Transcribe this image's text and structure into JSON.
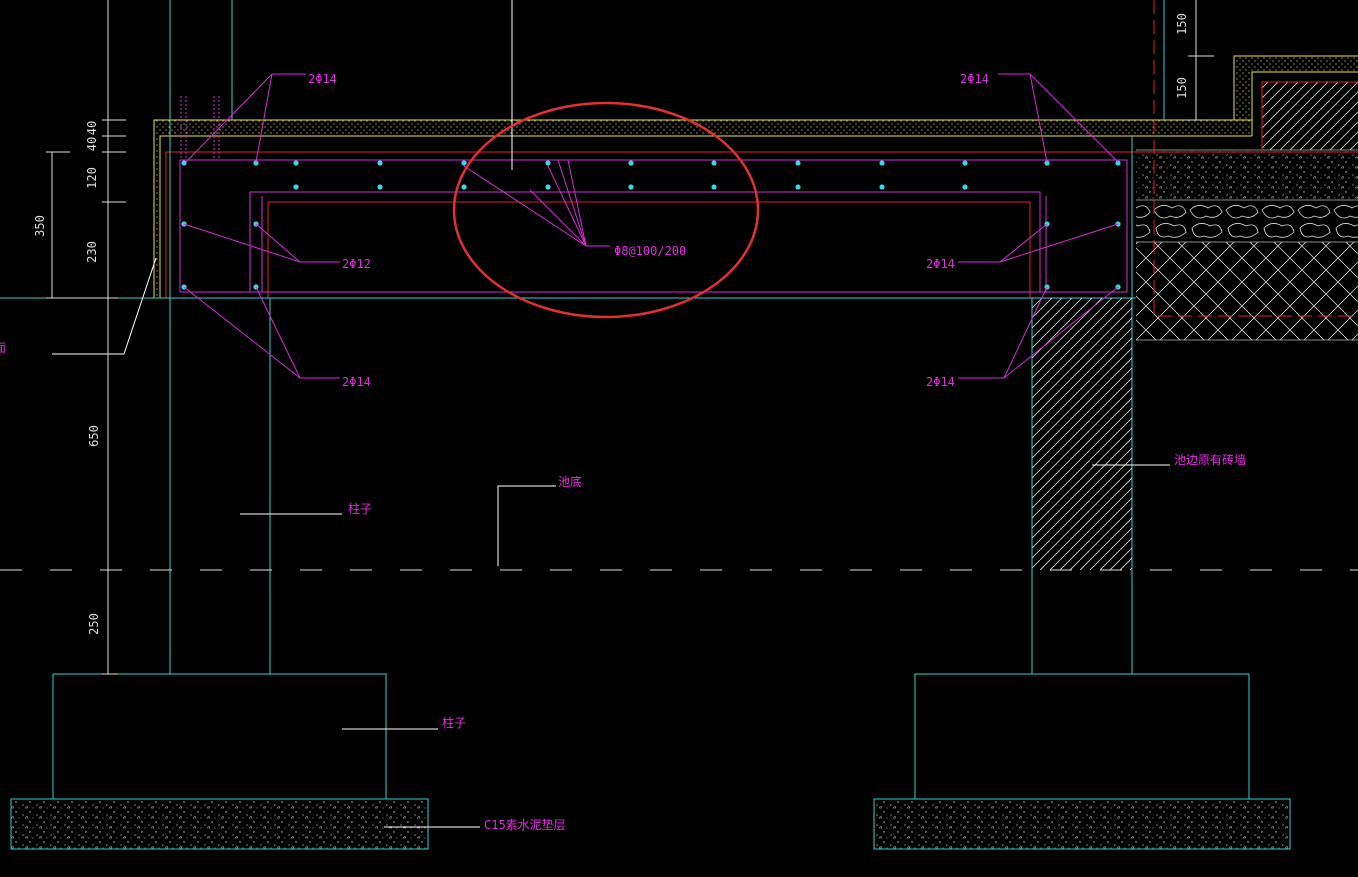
{
  "colors": {
    "background": "#000000",
    "structure": "#2fd0d0",
    "rebar": "#d42bd4",
    "rebar_dot": "#35d6f0",
    "paving": "#e6e640",
    "red_line": "#e02020",
    "leader": "#ffffff",
    "dimension": "#dddddd",
    "highlight_circle": "#e03030"
  },
  "labels": {
    "rebar_top_left": "2Φ14",
    "rebar_top_right": "2Φ14",
    "rebar_side_left": "2Φ12",
    "rebar_side_right": "2Φ14",
    "rebar_bottom_left": "2Φ14",
    "rebar_bottom_right": "2Φ14",
    "stirrup": "Φ8@100/200",
    "pool_bottom": "池底",
    "column_upper": "柱子",
    "column_footing": "柱子",
    "existing_wall": "池边原有砖墙",
    "cushion": "C15素水泥垫层",
    "edge_cut": "面"
  },
  "dimensions_left": {
    "d40_top": "40",
    "d40_bottom": "40",
    "d120": "120",
    "d230": "230",
    "d350": "350",
    "d650": "650",
    "d250": "250"
  },
  "dimensions_right": {
    "d150_top": "150",
    "d150_bottom": "150"
  }
}
